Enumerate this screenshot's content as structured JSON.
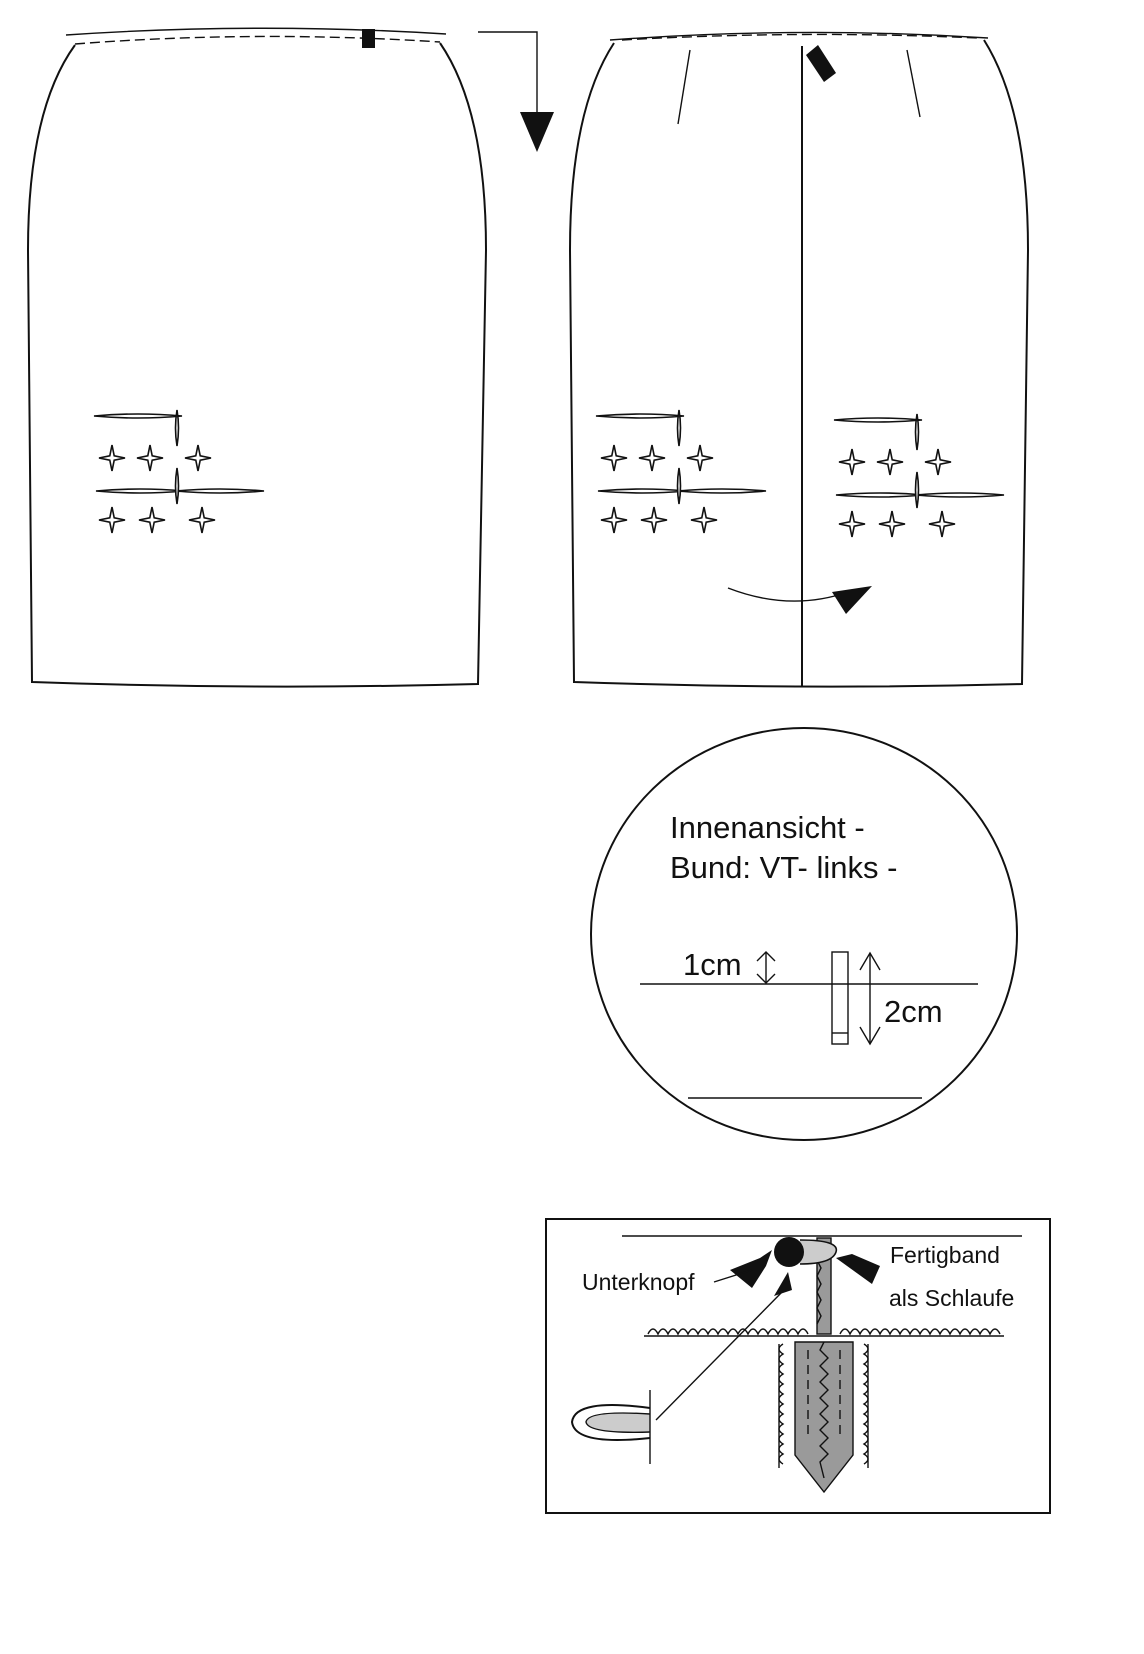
{
  "detail_circle": {
    "title_line1": "Innenansicht -",
    "title_line2": "Bund: VT- links -",
    "measure_small": "1cm",
    "measure_large": "2cm"
  },
  "detail_box": {
    "label_button": "Unterknopf",
    "label_tape_line1": "Fertigband",
    "label_tape_line2": "als Schlaufe"
  },
  "colors": {
    "line": "#111111",
    "tape_grey": "#9a9a9a",
    "background": "#ffffff"
  }
}
